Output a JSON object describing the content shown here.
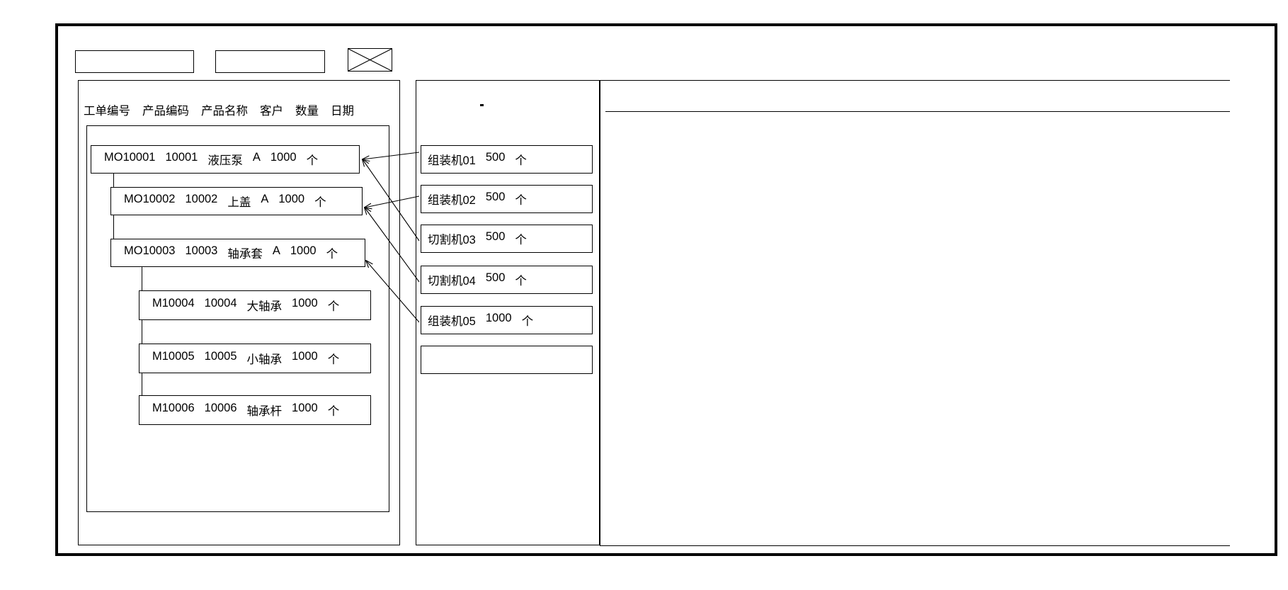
{
  "window": {
    "title": ""
  },
  "toolbar": {
    "fields": [
      {
        "name": "toolbar-input-1",
        "value": "",
        "placeholder": ""
      },
      {
        "name": "toolbar-input-2",
        "value": "",
        "placeholder": ""
      }
    ],
    "image_placeholder": {
      "icon": "image-placeholder-icon",
      "label": ""
    }
  },
  "left_panel": {
    "columns": [
      "工单编号",
      "产品编码",
      "产品名称",
      "客户",
      "数量",
      "日期"
    ],
    "rows": [
      {
        "level": 0,
        "order_no": "MO10001",
        "product_code": "10001",
        "product_name": "液压泵",
        "customer": "A",
        "quantity": "1000",
        "unit": "个",
        "date": ""
      },
      {
        "level": 1,
        "order_no": "MO10002",
        "product_code": "10002",
        "product_name": "上盖",
        "customer": "A",
        "quantity": "1000",
        "unit": "个",
        "date": ""
      },
      {
        "level": 1,
        "order_no": "MO10003",
        "product_code": "10003",
        "product_name": "轴承套",
        "customer": "A",
        "quantity": "1000",
        "unit": "个",
        "date": ""
      },
      {
        "level": 2,
        "order_no": "M10004",
        "product_code": "10004",
        "product_name": "大轴承",
        "customer": "",
        "quantity": "1000",
        "unit": "个",
        "date": ""
      },
      {
        "level": 2,
        "order_no": "M10005",
        "product_code": "10005",
        "product_name": "小轴承",
        "customer": "",
        "quantity": "1000",
        "unit": "个",
        "date": ""
      },
      {
        "level": 2,
        "order_no": "M10006",
        "product_code": "10006",
        "product_name": "轴承杆",
        "customer": "",
        "quantity": "1000",
        "unit": "个",
        "date": ""
      }
    ]
  },
  "mid_panel": {
    "machines": [
      {
        "machine": "组装机01",
        "quantity": "500",
        "unit": "个"
      },
      {
        "machine": "组装机02",
        "quantity": "500",
        "unit": "个"
      },
      {
        "machine": "切割机03",
        "quantity": "500",
        "unit": "个"
      },
      {
        "machine": "切割机04",
        "quantity": "500",
        "unit": "个"
      },
      {
        "machine": "组装机05",
        "quantity": "1000",
        "unit": "个"
      },
      {
        "machine": "",
        "quantity": "",
        "unit": ""
      }
    ]
  },
  "right_panel": {
    "header": "",
    "body": ""
  },
  "colors": {
    "stroke": "#000000",
    "background": "#ffffff"
  }
}
